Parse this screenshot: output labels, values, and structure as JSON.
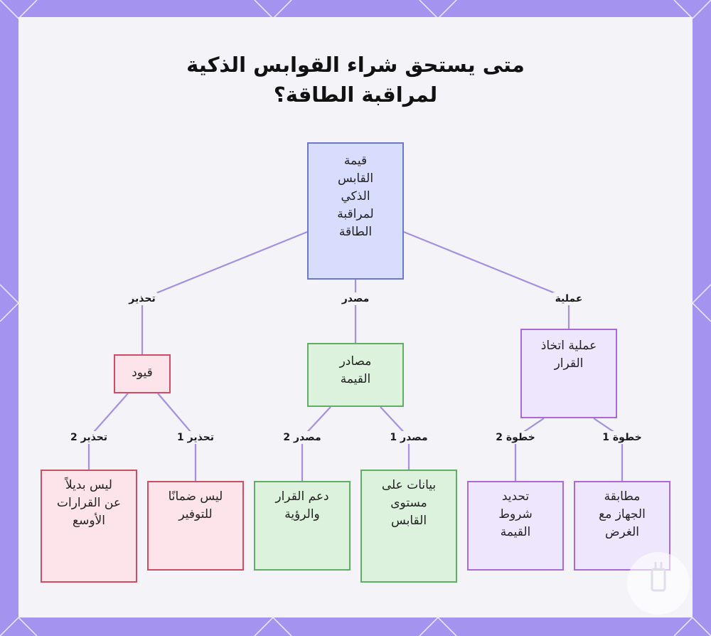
{
  "title": {
    "line1": "متى يستحق شراء القوابس الذكية",
    "line2": "لمراقبة الطاقة؟"
  },
  "nodes": {
    "root": "قيمة\nالقابس\nالذكي\nلمراقبة\nالطاقة",
    "limits": "قيود",
    "sources": "مصادر\nالقيمة",
    "process": "عملية اتخاذ\nالقرار",
    "no_alt": "ليس بديلاً\nعن القرارات\nالأوسع",
    "no_guarantee": "ليس ضمانًا\nللتوفير",
    "decision": "دعم القرار\nوالرؤية",
    "plug_data": "بيانات على\nمستوى\nالقابس",
    "conditions": "تحديد\nشروط\nالقيمة",
    "match": "مطابقة\nالجهاز مع\nالغرض"
  },
  "edges": {
    "warning": "تحذير",
    "source": "مصدر",
    "process": "عملية",
    "warning2": "تحذير 2",
    "warning1": "تحذير 1",
    "source2": "مصدر 2",
    "source1": "مصدر 1",
    "step2": "خطوة 2",
    "step1": "خطوة 1"
  },
  "colors": {
    "background": "#a593f0",
    "blue_fill": "#d8dcfd",
    "red_fill": "#fde4ea",
    "green_fill": "#dcf2dc",
    "purple_fill": "#eee6fd",
    "edge_line": "#a58fe0"
  }
}
